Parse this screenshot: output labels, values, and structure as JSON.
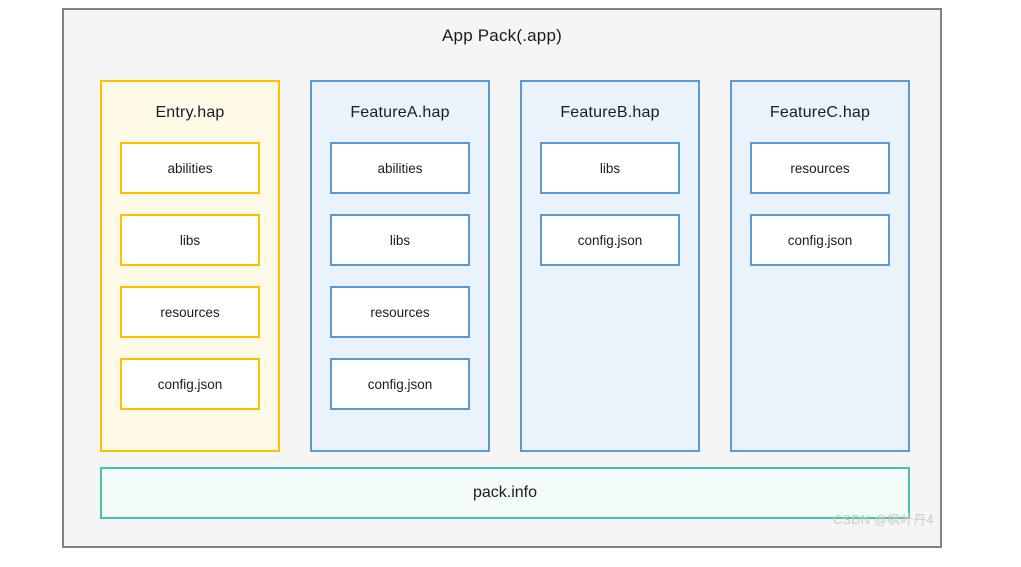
{
  "diagram": {
    "title": "App Pack(.app)",
    "colors": {
      "frame_border": "#828282",
      "frame_fill": "#f5f5f5",
      "entry_border": "#ffc000",
      "entry_fill": "#fff9e8",
      "feature_border": "#5b9bd5",
      "feature_fill": "#eaf3fc",
      "item_fill": "#ffffff",
      "packinfo_border": "#45c1ac",
      "packinfo_fill": "#f2fbf5",
      "text": "#1b1b27"
    },
    "columns": [
      {
        "title": "Entry.hap",
        "accent": "amber",
        "items": [
          {
            "label": "abilities"
          },
          {
            "label": "libs"
          },
          {
            "label": "resources"
          },
          {
            "label": "config.json"
          }
        ]
      },
      {
        "title": "FeatureA.hap",
        "accent": "blue",
        "items": [
          {
            "label": "abilities"
          },
          {
            "label": "libs"
          },
          {
            "label": "resources"
          },
          {
            "label": "config.json"
          }
        ]
      },
      {
        "title": "FeatureB.hap",
        "accent": "blue",
        "items": [
          {
            "label": "libs"
          },
          {
            "label": "config.json"
          }
        ]
      },
      {
        "title": "FeatureC.hap",
        "accent": "blue",
        "items": [
          {
            "label": "resources"
          },
          {
            "label": "config.json"
          }
        ]
      }
    ],
    "pack_info": {
      "label": "pack.info"
    },
    "watermark": {
      "text": "CSDN @枫叶丹4"
    }
  }
}
